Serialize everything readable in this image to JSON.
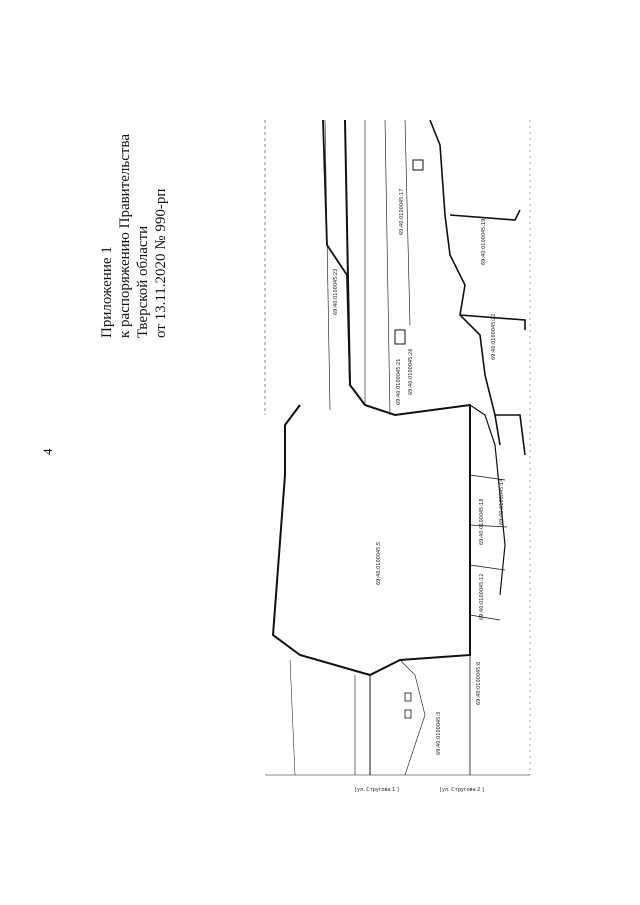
{
  "page": {
    "number": "4"
  },
  "header": {
    "line1": "Приложение 1",
    "line2": "к распоряжению Правительства",
    "line3": "Тверской области",
    "line4": "от 13.11.2020 № 990-рп"
  },
  "plan": {
    "parcel_labels": [
      "69:40:0100045:23",
      "69:40:0100045:21",
      "69:40:0100045:17",
      "69:40:0100045:19",
      "69:40:0100045:22",
      "69:40:0100045:26",
      "69:40:0100045:5",
      "69:40:0100045:18",
      "69:40:0100045:12",
      "69:40:0100045:14",
      "69:40:0100045:6",
      "69:40:0100045:3"
    ],
    "edge_labels": [
      "[ул. Стругова 1 ]",
      "[ул. Стругова 2 ]"
    ]
  }
}
